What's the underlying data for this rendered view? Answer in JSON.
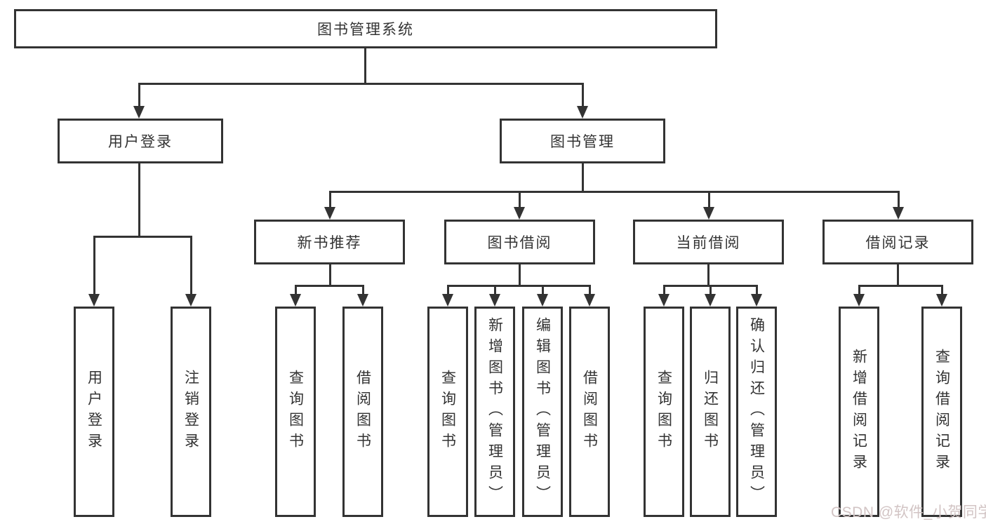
{
  "root": {
    "label": "图书管理系统",
    "children": [
      {
        "label": "用户登录",
        "children": [
          {
            "label": "用户登录"
          },
          {
            "label": "注销登录"
          }
        ]
      },
      {
        "label": "图书管理",
        "children": [
          {
            "label": "新书推荐",
            "children": [
              {
                "label": "查询图书"
              },
              {
                "label": "借阅图书"
              }
            ]
          },
          {
            "label": "图书借阅",
            "children": [
              {
                "label": "查询图书"
              },
              {
                "label": "新增图书（管理员）"
              },
              {
                "label": "编辑图书（管理员）"
              },
              {
                "label": "借阅图书"
              }
            ]
          },
          {
            "label": "当前借阅",
            "children": [
              {
                "label": "查询图书"
              },
              {
                "label": "归还图书"
              },
              {
                "label": "确认归还（管理员）"
              }
            ]
          },
          {
            "label": "借阅记录",
            "children": [
              {
                "label": "新增借阅记录"
              },
              {
                "label": "查询借阅记录"
              }
            ]
          }
        ]
      }
    ]
  },
  "watermark": {
    "text": "CSDN @软件_小贺同学"
  },
  "colors": {
    "line": "#333333",
    "text": "#333333",
    "background": "#ffffff",
    "watermark": "#d2c4c4"
  }
}
